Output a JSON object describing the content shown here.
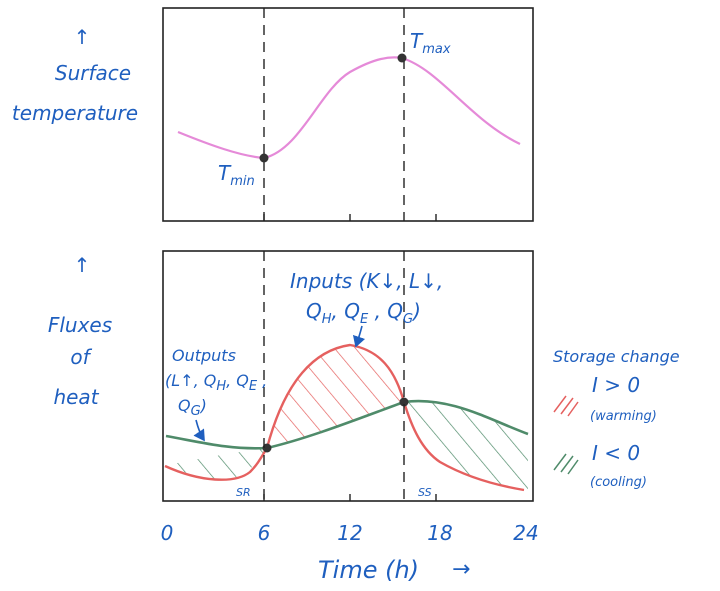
{
  "top_panel": {
    "ylabel_arrow": "↑",
    "ylabel_line1": "Surface",
    "ylabel_line2": "temperature",
    "tmin_label": "T",
    "tmin_sub": "min",
    "tmax_label": "T",
    "tmax_sub": "max"
  },
  "bottom_panel": {
    "ylabel_arrow": "↑",
    "ylabel_line1": "Fluxes",
    "ylabel_line2": "of",
    "ylabel_line3": "heat",
    "inputs_line1": "Inputs (K↓, L↓,",
    "inputs_line2": "Q",
    "inputs_line2_subs": [
      "H",
      "E",
      "G"
    ],
    "outputs_line1": "Outputs",
    "outputs_line2": "(L↑, Q",
    "outputs_line3": "Q",
    "outputs_subs": [
      "H",
      "E",
      "G"
    ],
    "sr_label": "SR",
    "ss_label": "SS"
  },
  "legend": {
    "title": "Storage change",
    "warming_expr": "I > 0",
    "warming_note": "(warming)",
    "cooling_expr": "I < 0",
    "cooling_note": "(cooling)"
  },
  "x_axis": {
    "ticks": [
      "0",
      "6",
      "12",
      "18",
      "24"
    ],
    "label": "Time (h)",
    "arrow": "→"
  },
  "colors": {
    "ink": "#1f5fbf",
    "temperature_curve": "#e58ad8",
    "input_curve": "#e5605f",
    "output_curve": "#4f8b6a",
    "warming_hatch": "#e5605f",
    "cooling_hatch": "#4f8b6a"
  }
}
